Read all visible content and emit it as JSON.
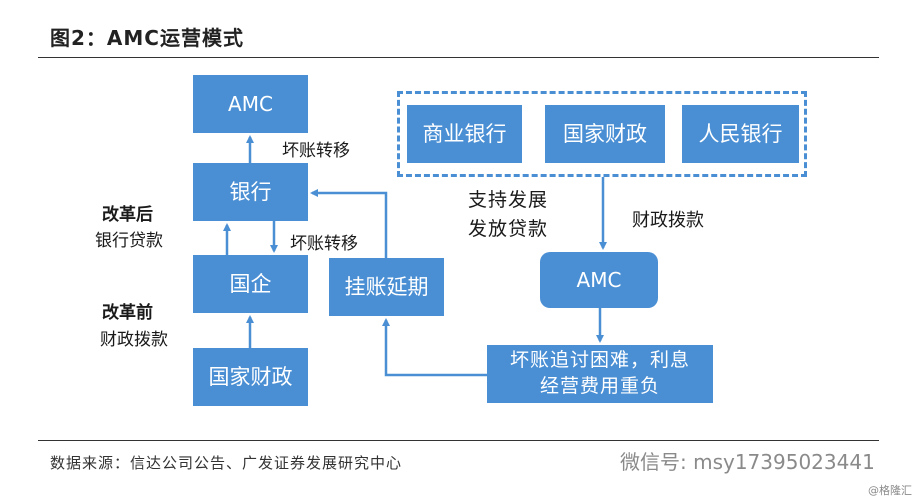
{
  "title": "图2：AMC运营模式",
  "nodes": {
    "amc_top": "AMC",
    "bank": "银行",
    "soe": "国企",
    "state_finance": "国家财政",
    "hang_account": "挂账延期",
    "commercial_bank": "商业银行",
    "national_finance": "国家财政",
    "pboc": "人民银行",
    "amc_right": "AMC",
    "difficulty": "坏账追讨困难，利息经营费用重负"
  },
  "labels": {
    "bad_debt_transfer_1": "坏账转移",
    "bad_debt_transfer_2": "坏账转移",
    "after_reform": "改革后",
    "bank_loan": "银行贷款",
    "before_reform": "改革前",
    "fiscal_allocation_left": "财政拨款",
    "support_line1": "支持发展",
    "support_line2": "发放贷款",
    "fiscal_allocation_right": "财政拨款"
  },
  "source": "数据来源：信达公司公告、广发证券发展研究中心",
  "watermark": {
    "wechat": "微信号: msy17395023441",
    "corner": "@格隆汇"
  },
  "colors": {
    "box_fill": "#4a8fd4",
    "text": "#1a1a1a"
  }
}
